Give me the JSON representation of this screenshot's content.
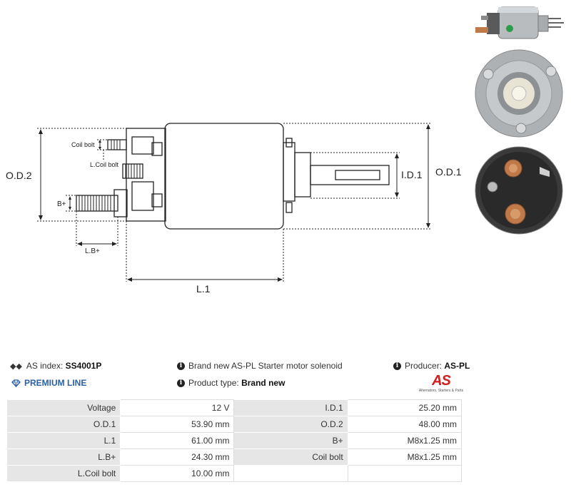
{
  "drawing_labels": {
    "coil_bolt": "Coil bolt",
    "l_coil_bolt": "L.Coil bolt",
    "b_plus": "B+",
    "l_b_plus": "L.B+",
    "od2": "O.D.2",
    "id1": "I.D.1",
    "od1": "O.D.1",
    "l1": "L.1"
  },
  "info": {
    "as_index_label": "AS index:",
    "as_index_value": "SS4001P",
    "premium_line": "PREMIUM LINE",
    "description": "Brand new AS-PL Starter motor solenoid",
    "product_type_label": "Product type:",
    "product_type_value": "Brand new",
    "producer_label": "Producer:",
    "producer_value": "AS-PL",
    "logo_mark": "AS",
    "logo_tagline": "Alternators, Starters & Parts"
  },
  "specs": [
    {
      "k1": "Voltage",
      "v1": "12 V",
      "k2": "I.D.1",
      "v2": "25.20 mm"
    },
    {
      "k1": "O.D.1",
      "v1": "53.90 mm",
      "k2": "O.D.2",
      "v2": "48.00 mm"
    },
    {
      "k1": "L.1",
      "v1": "61.00 mm",
      "k2": "B+",
      "v2": "M8x1.25 mm"
    },
    {
      "k1": "L.B+",
      "v1": "24.30 mm",
      "k2": "Coil bolt",
      "v2": "M8x1.25 mm"
    },
    {
      "k1": "L.Coil bolt",
      "v1": "10.00 mm",
      "k2": "",
      "v2": ""
    }
  ],
  "colors": {
    "line": "#222222",
    "photo_metal": "#b9bcbf",
    "copper": "#c07a4a",
    "logo_red": "#d21e1e",
    "premium_blue": "#2a5fa8"
  },
  "icons": [
    "tags-icon",
    "diamond-icon",
    "info-icon"
  ]
}
